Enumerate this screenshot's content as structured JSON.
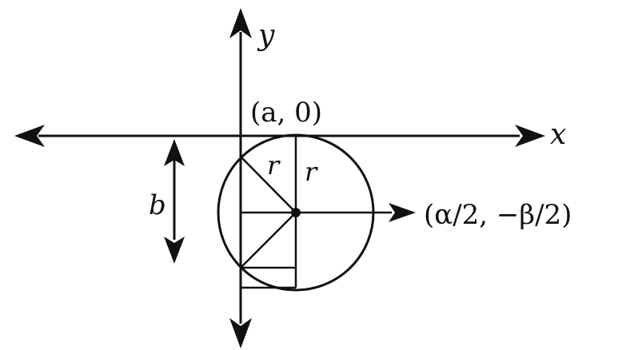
{
  "labels": {
    "y_axis": "y",
    "x_axis": "x",
    "point_a": "(a, 0)",
    "radius_left": "r",
    "radius_right": "r",
    "length_b": "b",
    "center": "(α/2, −β/2)"
  },
  "colors": {
    "ink": "#111111",
    "background": "#ffffff"
  }
}
